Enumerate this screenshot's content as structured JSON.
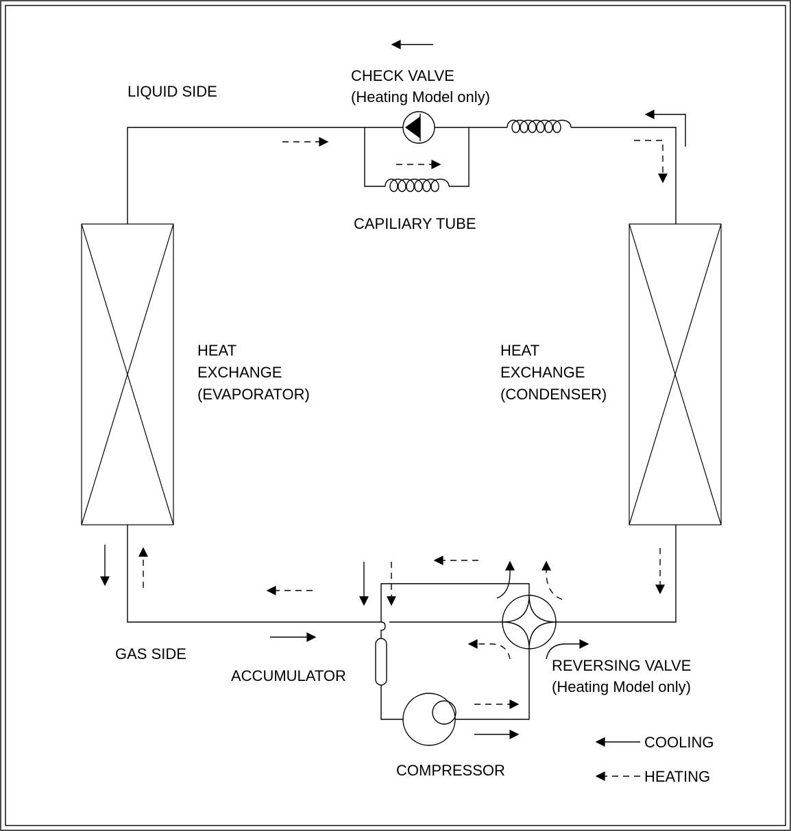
{
  "labels": {
    "liquid_side": "LIQUID SIDE",
    "check_valve": "CHECK VALVE",
    "check_valve_note": "(Heating Model only)",
    "capillary_tube": "CAPILIARY TUBE",
    "heat_exchange_left_1": "HEAT",
    "heat_exchange_left_2": "EXCHANGE",
    "heat_exchange_left_3": "(EVAPORATOR)",
    "heat_exchange_right_1": "HEAT",
    "heat_exchange_right_2": "EXCHANGE",
    "heat_exchange_right_3": "(CONDENSER)",
    "gas_side": "GAS SIDE",
    "accumulator": "ACCUMULATOR",
    "reversing_valve": "REVERSING VALVE",
    "reversing_valve_note": "(Heating Model only)",
    "compressor": "COMPRESSOR"
  },
  "legend": {
    "cooling": "COOLING",
    "heating": "HEATING"
  }
}
